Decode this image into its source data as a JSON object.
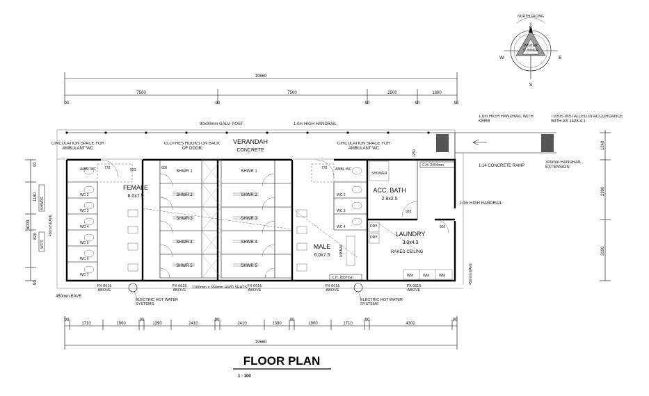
{
  "title": "FLOOR PLAN",
  "scale": "1 : 100",
  "compass": {
    "n": "N",
    "s": "S",
    "e": "E",
    "w": "W",
    "north_facing": "NORTH FACING",
    "winter": "WINTER",
    "summer": "SUMMER"
  },
  "top_dims": {
    "overall": "19660",
    "segments": [
      "7500",
      "7500",
      "2500",
      "1800"
    ],
    "ticks": [
      "90",
      "90",
      "90",
      "90",
      "90"
    ]
  },
  "bottom_dims": {
    "overall": "19660",
    "segments": [
      "90",
      "1710",
      "1900",
      "90",
      "1390",
      "2410",
      "90",
      "2410",
      "1390",
      "90",
      "1900",
      "1710",
      "90",
      "4300",
      "90"
    ]
  },
  "right_dims": [
    "1240",
    "2990",
    "3190"
  ],
  "left_dims": {
    "overall": "6000",
    "parts": [
      "90",
      "1180",
      "820",
      "90"
    ],
    "tags": [
      "SHWRS",
      "WC'S"
    ],
    "eave": "450mm EAVE"
  },
  "rooms": {
    "female": "FEMALE",
    "female_size": "6.0x7.5",
    "verandah": "VERANDAH",
    "verandah_sub": "CONCRETE",
    "male": "MALE",
    "male_size": "6.0x7.5",
    "acc_bath": "ACC. BATH",
    "acc_bath_size": "2.9x2.5",
    "laundry": "LAUNDRY",
    "laundry_size": "3.0x4.3",
    "raked": "RAKED CEILING",
    "ch_top": "C.H. 2404mm",
    "ch_male": "C.H. 2837mm",
    "urinal": "URINAL",
    "shower": "SHOWER"
  },
  "showers_left": [
    "SHWR 1",
    "SHWR 2",
    "SHWR 3",
    "SHWR 4",
    "SHWR 5"
  ],
  "showers_right": [
    "SHWR 1",
    "SHWR 2",
    "SHWR 3",
    "SHWR 4",
    "SHWR 5"
  ],
  "wcs_left": [
    "AMBL WC",
    "WC 2",
    "WC 3",
    "WC 4",
    "WC 5",
    "WC 6",
    "WC 7"
  ],
  "wcs_right": [
    "AMBL WC",
    "WC 2",
    "WC 3",
    "WC 4"
  ],
  "door_widths": [
    "770",
    "920",
    "600",
    "770",
    "920",
    "920"
  ],
  "annotations": {
    "circ_left": "CIRCULATION SPACE FOR AMBULANT WC",
    "circ_right": "CIRCULATION SPACE FOR AMBULANT WC",
    "hooks": "CLOTHES HOOKS ON BACK OF DOOR",
    "post": "90x90mm GALV. POST",
    "handrail_top": "1.0m HIGH HANDRAIL",
    "handrail_kerb": "1.0m HIGH HANDRAIL WITH KERB",
    "tgsis": "TGSIS INSTALLED IN ACCORDANCE WITH AS 1428.4.1",
    "ramp": "1:14 CONCRETE RAMP",
    "extension": "300mm HANDRAIL EXTENSION",
    "handrail_side": "1.0m HIGH HANDRAIL",
    "eave_right": "450mm EAVE",
    "eave_bottom": "450mm EAVE",
    "fx": "FX 0615 ABOVE",
    "hwd": "1100mm x 350mm HWD SEATS",
    "ehw": "ELECTRIC HOT WATER SYSTEMS",
    "wm": "WM",
    "dry": "DRY",
    "d1250": "1250"
  }
}
